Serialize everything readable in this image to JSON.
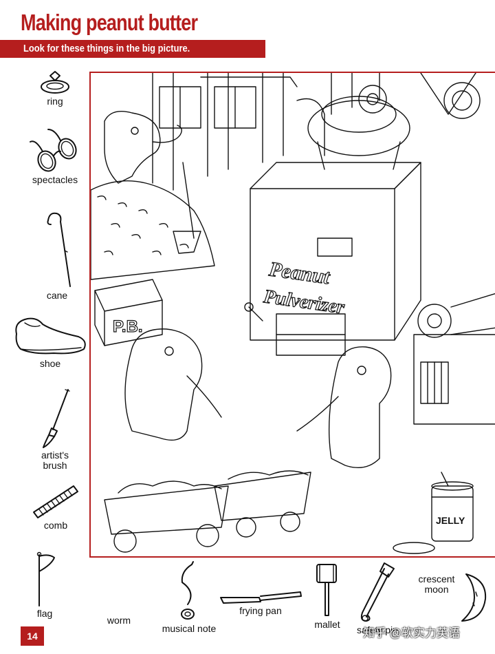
{
  "header": {
    "title": "Making peanut butter",
    "subtitle": "Look for these things in the big picture."
  },
  "hidden_items": {
    "ring": "ring",
    "spectacles": "spectacles",
    "cane": "cane",
    "shoe": "shoe",
    "artists_brush": "artist's\nbrush",
    "comb": "comb",
    "flag": "flag",
    "worm": "worm",
    "musical_note": "musical note",
    "frying_pan": "frying pan",
    "mallet": "mallet",
    "safety_pin": "safety pin",
    "crescent_moon": "crescent\nmoon"
  },
  "scene": {
    "machine_label_line1": "Peanut",
    "machine_label_line2": "Pulverizer",
    "jar_label": "JELLY",
    "crate_label": "P.B."
  },
  "footer": {
    "page_number": "14",
    "watermark": "知乎 @软实力英语"
  },
  "colors": {
    "accent": "#b51e1e"
  }
}
